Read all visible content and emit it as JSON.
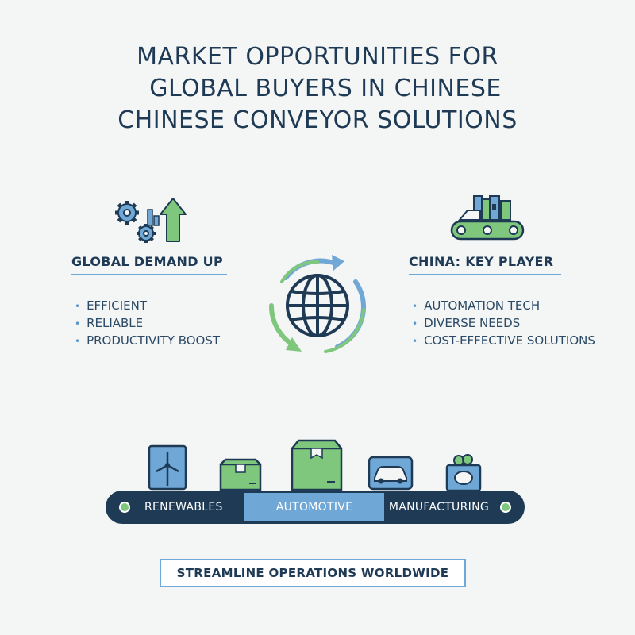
{
  "title": {
    "line1": "MARKET OPPORTUNITIES FOR",
    "line2": "  GLOBAL BUYERS IN CHINESE",
    "line3": "CHINESE CONVEYOR SOLUTIONS"
  },
  "left": {
    "heading": "GLOBAL DEMAND UP",
    "bullets": [
      "EFFICIENT",
      "RELIABLE",
      "PRODUCTIVITY BOOST"
    ],
    "icon": "gears-arrow-icon"
  },
  "right": {
    "heading": "CHINA: KEY PLAYER",
    "bullets": [
      "AUTOMATION TECH",
      "DIVERSE NEEDS",
      "COST-EFFECTIVE SOLUTIONS"
    ],
    "icon": "great-wall-conveyor-icon"
  },
  "center_icon": "globe-cycle-icon",
  "belt": {
    "segments": [
      "RENEWABLES",
      "AUTOMOTIVE",
      "MANUFACTURING"
    ],
    "items": [
      "wind-turbine-icon",
      "small-box-icon",
      "large-box-icon",
      "car-icon",
      "food-basket-icon"
    ]
  },
  "cta": "STREAMLINE OPERATIONS WORLDWIDE",
  "colors": {
    "navy": "#1e3a55",
    "blue": "#6fa8d6",
    "green": "#7fc77d",
    "background": "#f4f5f5"
  }
}
